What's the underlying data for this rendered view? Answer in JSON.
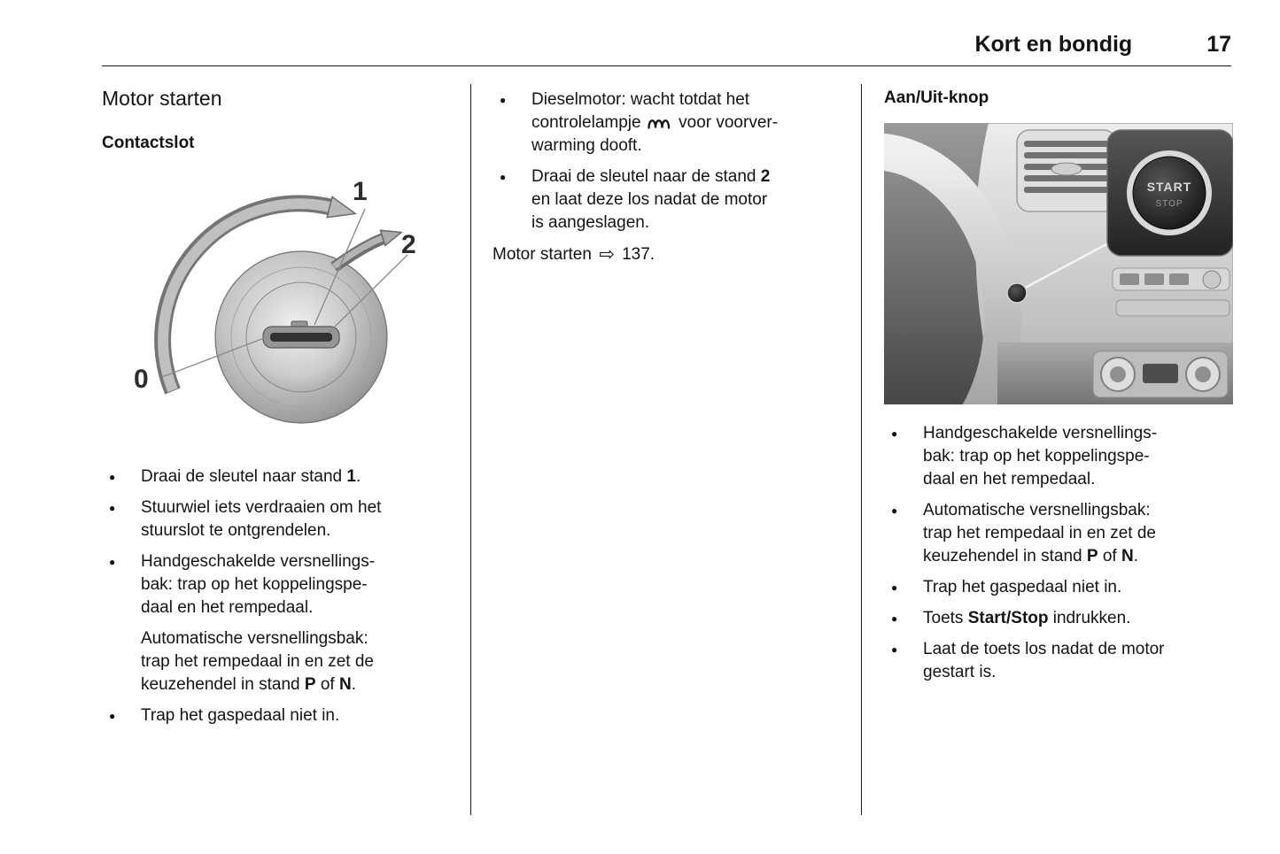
{
  "header": {
    "title": "Kort en bondig",
    "page_number": "17"
  },
  "left": {
    "heading": "Motor starten",
    "subheading": "Contactslot",
    "figure": {
      "label_0": "0",
      "label_1": "1",
      "label_2": "2"
    },
    "bullets": [
      {
        "segments": [
          {
            "text": "Draai de sleutel naar stand "
          },
          {
            "text": "1",
            "bold": true
          },
          {
            "text": "."
          }
        ]
      },
      {
        "segments": [
          {
            "text": "Stuurwiel iets verdraaien om het\nstuurslot te ontgrendelen."
          }
        ]
      },
      {
        "segments": [
          {
            "text": "Handgeschakelde versnellings-\nbak: trap op het koppelingspe-\ndaal en het rempedaal."
          }
        ]
      },
      {
        "continuation": true,
        "segments": [
          {
            "text": "Automatische versnellingsbak:\ntrap het rempedaal in en zet de\nkeuzehendel in stand "
          },
          {
            "text": "P",
            "bold": true
          },
          {
            "text": " of "
          },
          {
            "text": "N",
            "bold": true
          },
          {
            "text": "."
          }
        ]
      },
      {
        "segments": [
          {
            "text": "Trap het gaspedaal niet in."
          }
        ]
      }
    ]
  },
  "middle": {
    "diesel_bullet": {
      "pre": "Dieselmotor: wacht totdat het\ncontrolelampje ",
      "icon": "glow-plug-indicator",
      "post": " voor voorver-\nwarming dooft."
    },
    "bullets": [
      {
        "segments": [
          {
            "text": "Draai de sleutel naar de stand "
          },
          {
            "text": "2",
            "bold": true
          },
          {
            "text": "\nen laat deze los nadat de motor\nis aangeslagen."
          }
        ]
      }
    ],
    "reference": {
      "label": "Motor starten ",
      "arrow": "⇨",
      "page": " 137."
    }
  },
  "right": {
    "heading": "Aan/Uit-knop",
    "figure": {
      "button_line1": "START",
      "button_line2": "STOP"
    },
    "bullets": [
      {
        "segments": [
          {
            "text": "Handgeschakelde versnellings-\nbak: trap op het koppelingspe-\ndaal en het rempedaal."
          }
        ]
      },
      {
        "segments": [
          {
            "text": "Automatische versnellingsbak:\ntrap het rempedaal in en zet de\nkeuzehendel in stand "
          },
          {
            "text": "P",
            "bold": true
          },
          {
            "text": " of "
          },
          {
            "text": "N",
            "bold": true
          },
          {
            "text": "."
          }
        ]
      },
      {
        "segments": [
          {
            "text": "Trap het gaspedaal niet in."
          }
        ]
      },
      {
        "segments": [
          {
            "text": "Toets "
          },
          {
            "text": "Start/Stop",
            "bold": true
          },
          {
            "text": " indrukken."
          }
        ]
      },
      {
        "segments": [
          {
            "text": "Laat de toets los nadat de motor\ngestart is."
          }
        ]
      }
    ]
  }
}
